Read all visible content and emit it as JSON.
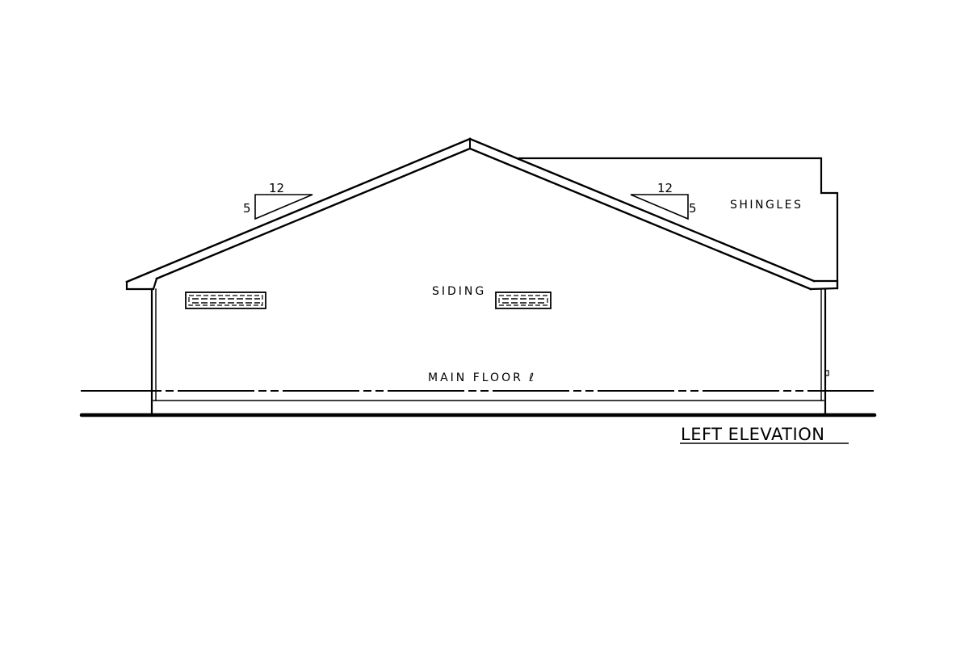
{
  "drawing": {
    "title": "LEFT ELEVATION",
    "view": "left-elevation",
    "background": "#ffffff",
    "line_color": "#000000"
  },
  "labels": {
    "siding": "SIDING",
    "shingles": "SHINGLES",
    "main_floor": "MAIN FLOOR ℓ"
  },
  "pitch_symbols": [
    {
      "side": "left",
      "run": "12",
      "rise": "5"
    },
    {
      "side": "right",
      "run": "12",
      "rise": "5"
    }
  ],
  "vents": [
    {
      "name": "gable-vent-left",
      "type": "louvered-vent"
    },
    {
      "name": "gable-vent-center",
      "type": "louvered-vent"
    }
  ]
}
